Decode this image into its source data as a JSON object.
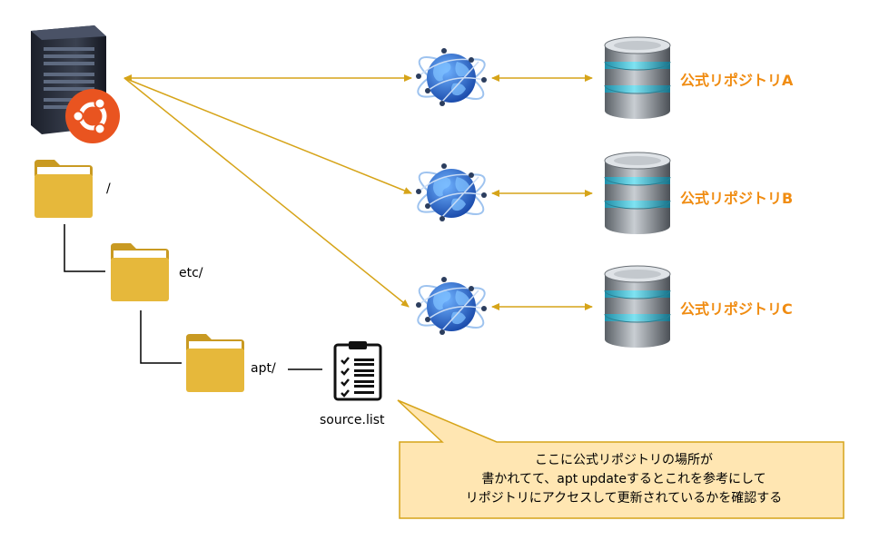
{
  "tree": {
    "root": "/",
    "etc": "etc/",
    "apt": "apt/",
    "file": "source.list"
  },
  "repositories": [
    {
      "label": "公式リポジトリA"
    },
    {
      "label": "公式リポジトリB"
    },
    {
      "label": "公式リポジトリC"
    }
  ],
  "callout": {
    "line1": "ここに公式リポジトリの場所が",
    "line2": "書かれてて、apt updateするとこれを参考にして",
    "line3": "リポジトリにアクセスして更新されているかを確認する"
  },
  "colors": {
    "arrow": "#d6a419",
    "repo_text": "#f08c12",
    "callout_fill": "#ffe6b2",
    "callout_border": "#d6a419",
    "folder": "#e6b83b",
    "ubuntu": "#e95420",
    "globe": "#2d6fd1"
  },
  "icons": [
    "server-icon",
    "ubuntu-logo-icon",
    "folder-icon",
    "document-list-icon",
    "globe-icon",
    "database-icon"
  ]
}
